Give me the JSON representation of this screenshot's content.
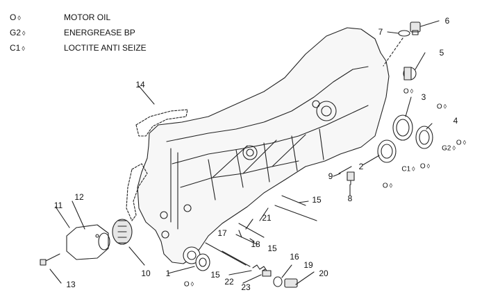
{
  "legend": [
    {
      "code": "O",
      "label": "MOTOR OIL"
    },
    {
      "code": "G2",
      "label": "ENERGREASE BP"
    },
    {
      "code": "C1",
      "label": "LOCTITE ANTI SEIZE"
    }
  ],
  "drop_glyph": "💧",
  "callouts": {
    "n1": "1",
    "n2": "2",
    "n3": "3",
    "n4": "4",
    "n5": "5",
    "n6": "6",
    "n7": "7",
    "n8": "8",
    "n9": "9",
    "n10": "10",
    "n11": "11",
    "n12": "12",
    "n13": "13",
    "n14": "14",
    "n15a": "15",
    "n15b": "15",
    "n15c": "15",
    "n16": "16",
    "n17": "17",
    "n18": "18",
    "n19": "19",
    "n20": "20",
    "n21": "21",
    "n22": "22",
    "n23": "23"
  },
  "notes": {
    "o_5": "O",
    "o_3a": "O",
    "o_3b": "O",
    "g2_4": "G2",
    "c1_2": "C1",
    "o_2a": "O",
    "o_2b": "O",
    "o_1": "O"
  },
  "colors": {
    "line": "#222222",
    "fill": "#ffffff",
    "shade": "#e6e6e6"
  }
}
